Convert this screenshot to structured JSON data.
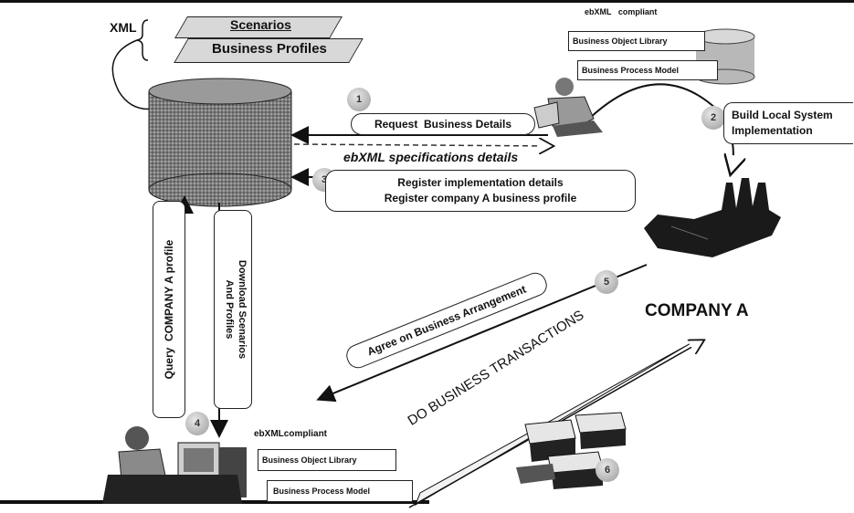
{
  "xml_label": "XML",
  "registry_docs": [
    "Scenarios",
    "Business Profiles"
  ],
  "company_a": {
    "compliant_label": "ebXML   compliant",
    "library": "Business Object Library",
    "process_model": "Business Process Model",
    "name": "COMPANY A"
  },
  "company_b": {
    "compliant_label": "ebXMLcompliant",
    "library": "Business Object Library",
    "process_model": "Business Process Model"
  },
  "steps": {
    "s1": {
      "num": "1",
      "label": "Request  Business Details"
    },
    "s2": {
      "num": "2",
      "line1": "Build Local System",
      "line2": "Implementation"
    },
    "s3": {
      "num": "3",
      "line1": "Register implementation details",
      "line2": "Register company A business profile"
    },
    "s4": {
      "num": "4"
    },
    "s5": {
      "num": "5",
      "label": "Agree on Business Arrangement"
    },
    "s6": {
      "num": "6",
      "label": "DO BUSINESS TRANSACTIONS"
    }
  },
  "spec_details": "ebXML specifications details",
  "query_label": "Query  COMPANY A profile",
  "download_line1": "Download Scenarios",
  "download_line2": "And Profiles",
  "colors": {
    "line": "#111111",
    "circle": "#aaaaaa",
    "cylinder": "#666666"
  },
  "icons": [
    "registry-cylinder-icon",
    "factory-icon",
    "person-phone-icon",
    "person-computer-icon",
    "boxes-icon"
  ]
}
